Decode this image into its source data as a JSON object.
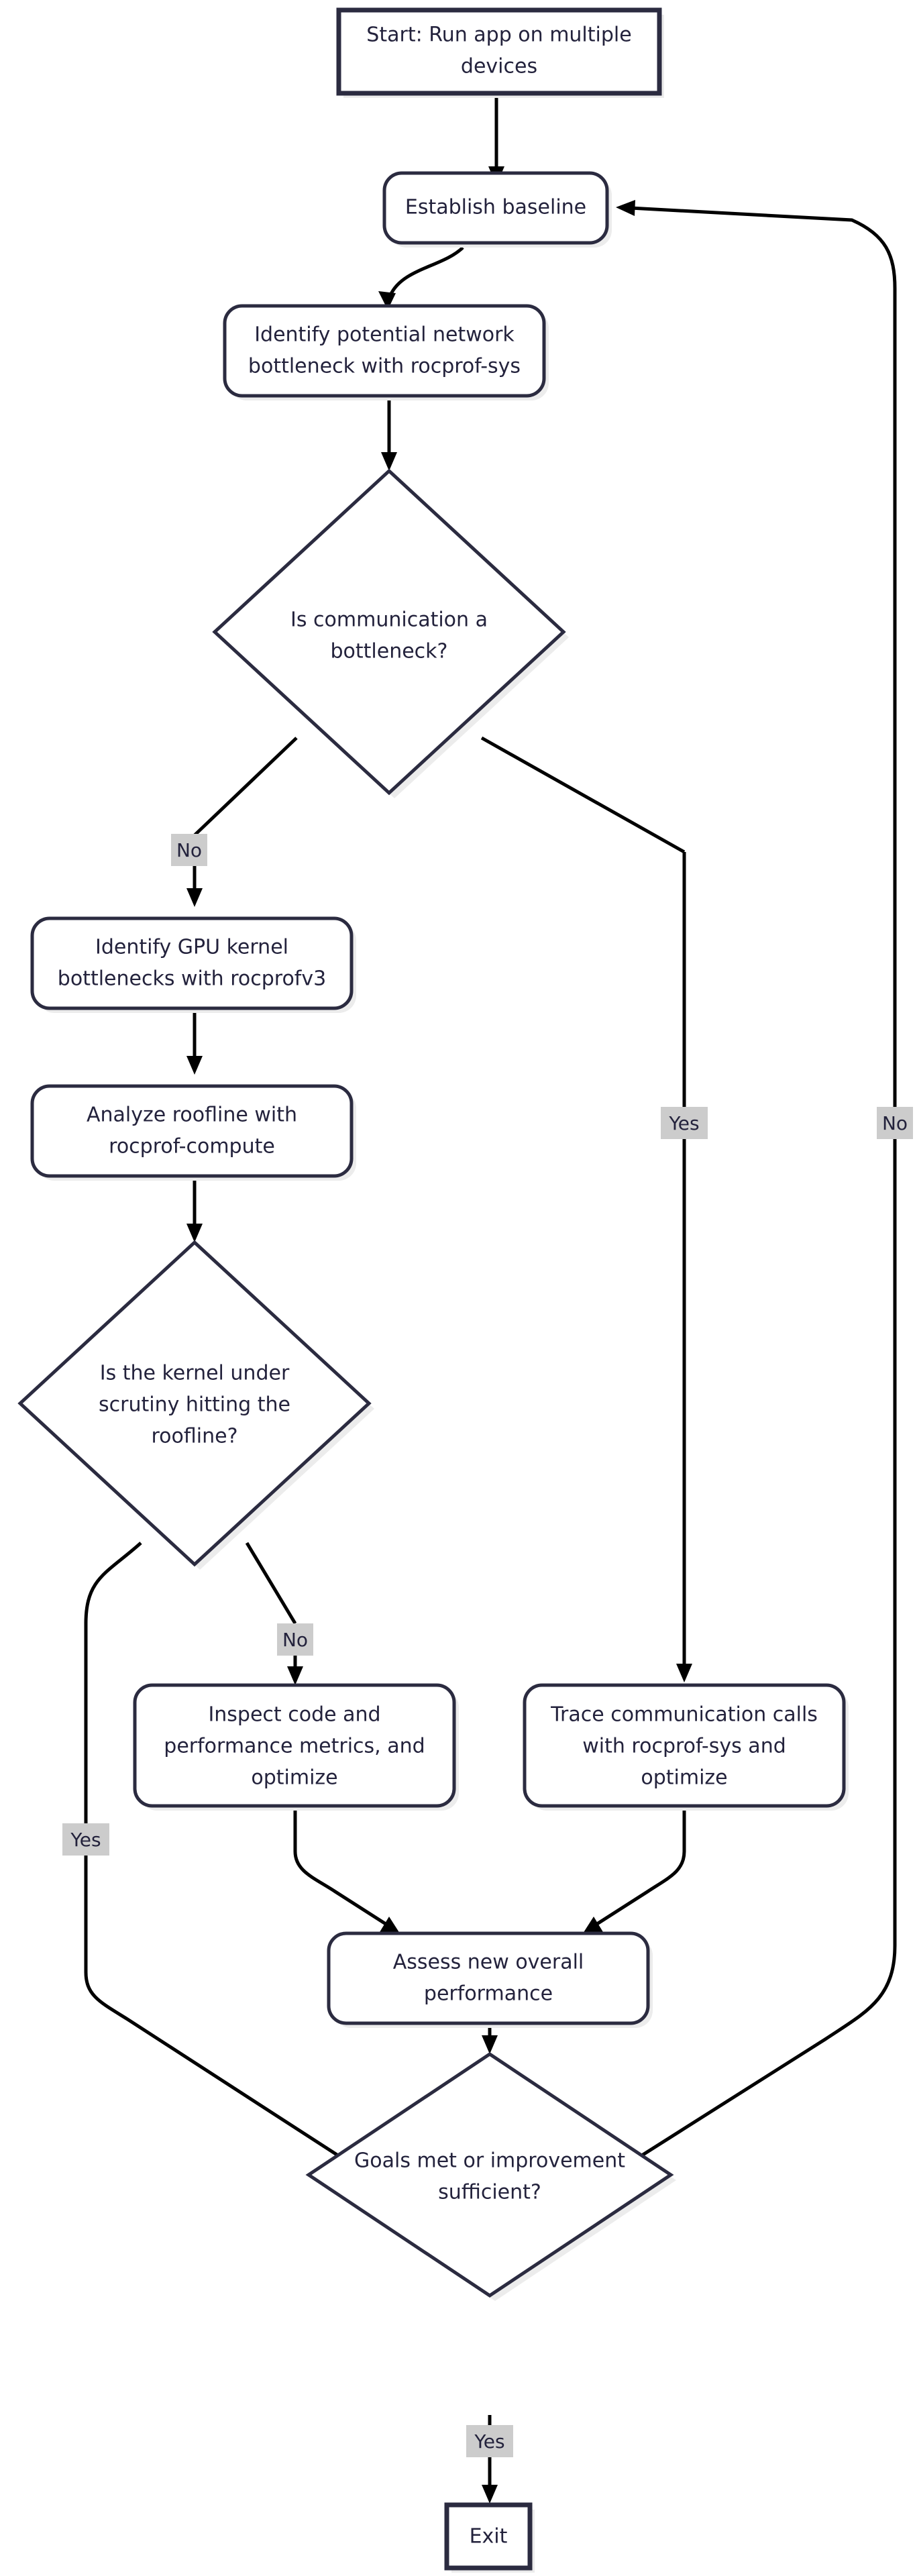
{
  "diagram": {
    "kind": "flowchart",
    "direction": "top-to-bottom",
    "theme": {
      "background": "#ffffff",
      "node_fill": "#ffffff",
      "node_stroke": "#2b2b40",
      "node_shadow": "#ececec",
      "text_color": "#23223c",
      "edge_color": "#000000",
      "edge_label_bg": "#cccccc",
      "edge_label_text": "#23223c"
    },
    "nodes": [
      {
        "id": "start",
        "shape": "rectangle",
        "lines": [
          "Start: Run app on multiple",
          "devices"
        ],
        "text": "Start: Run app on multiple devices"
      },
      {
        "id": "baseline",
        "shape": "rounded-rectangle",
        "lines": [
          "Establish baseline"
        ],
        "text": "Establish baseline"
      },
      {
        "id": "identify-network",
        "shape": "rounded-rectangle",
        "lines": [
          "Identify potential network",
          "bottleneck with rocprof-sys"
        ],
        "text": "Identify potential network bottleneck with rocprof-sys"
      },
      {
        "id": "comm-decision",
        "shape": "diamond",
        "lines": [
          "Is communication a",
          "bottleneck?"
        ],
        "text": "Is communication a bottleneck?"
      },
      {
        "id": "identify-kernel",
        "shape": "rounded-rectangle",
        "lines": [
          "Identify GPU kernel",
          "bottlenecks with rocprofv3"
        ],
        "text": "Identify GPU kernel bottlenecks with rocprofv3"
      },
      {
        "id": "analyze-roofline",
        "shape": "rounded-rectangle",
        "lines": [
          "Analyze roofline with",
          "rocprof-compute"
        ],
        "text": "Analyze roofline with rocprof-compute"
      },
      {
        "id": "roofline-decision",
        "shape": "diamond",
        "lines": [
          "Is the kernel under",
          "scrutiny hitting the",
          "roofline?"
        ],
        "text": "Is the kernel under scrutiny hitting the roofline?"
      },
      {
        "id": "inspect-code",
        "shape": "rounded-rectangle",
        "lines": [
          "Inspect code and",
          "performance metrics, and",
          "optimize"
        ],
        "text": "Inspect code and performance metrics, and optimize"
      },
      {
        "id": "trace-comm",
        "shape": "rounded-rectangle",
        "lines": [
          "Trace communication calls",
          "with rocprof-sys and",
          "optimize"
        ],
        "text": "Trace communication calls with rocprof-sys and optimize"
      },
      {
        "id": "assess",
        "shape": "rounded-rectangle",
        "lines": [
          "Assess new overall",
          "performance"
        ],
        "text": "Assess new overall performance"
      },
      {
        "id": "goals-decision",
        "shape": "diamond",
        "lines": [
          "Goals met or improvement",
          "sufficient?"
        ],
        "text": "Goals met or improvement sufficient?"
      },
      {
        "id": "exit",
        "shape": "rectangle",
        "lines": [
          "Exit"
        ],
        "text": "Exit"
      }
    ],
    "edges": [
      {
        "id": "e-start-baseline",
        "from": "start",
        "to": "baseline",
        "label": ""
      },
      {
        "id": "e-baseline-identify",
        "from": "baseline",
        "to": "identify-network",
        "label": ""
      },
      {
        "id": "e-identify-comm",
        "from": "identify-network",
        "to": "comm-decision",
        "label": ""
      },
      {
        "id": "e-comm-no",
        "from": "comm-decision",
        "to": "identify-kernel",
        "label": "No"
      },
      {
        "id": "e-comm-yes",
        "from": "comm-decision",
        "to": "trace-comm",
        "label": "Yes"
      },
      {
        "id": "e-kernel-roofline",
        "from": "identify-kernel",
        "to": "analyze-roofline",
        "label": ""
      },
      {
        "id": "e-roofline-decision",
        "from": "analyze-roofline",
        "to": "roofline-decision",
        "label": ""
      },
      {
        "id": "e-roofline-no",
        "from": "roofline-decision",
        "to": "inspect-code",
        "label": "No"
      },
      {
        "id": "e-roofline-yes",
        "from": "roofline-decision",
        "to": "goals-decision",
        "label": "Yes"
      },
      {
        "id": "e-inspect-assess",
        "from": "inspect-code",
        "to": "assess",
        "label": ""
      },
      {
        "id": "e-trace-assess",
        "from": "trace-comm",
        "to": "assess",
        "label": ""
      },
      {
        "id": "e-assess-goals",
        "from": "assess",
        "to": "goals-decision",
        "label": ""
      },
      {
        "id": "e-goals-yes",
        "from": "goals-decision",
        "to": "exit",
        "label": "Yes"
      },
      {
        "id": "e-goals-no",
        "from": "goals-decision",
        "to": "baseline",
        "label": "No"
      }
    ],
    "edge_labels": {
      "comm_no": "No",
      "comm_yes": "Yes",
      "roofline_no": "No",
      "roofline_yes": "Yes",
      "goals_yes": "Yes",
      "goals_no": "No"
    }
  }
}
